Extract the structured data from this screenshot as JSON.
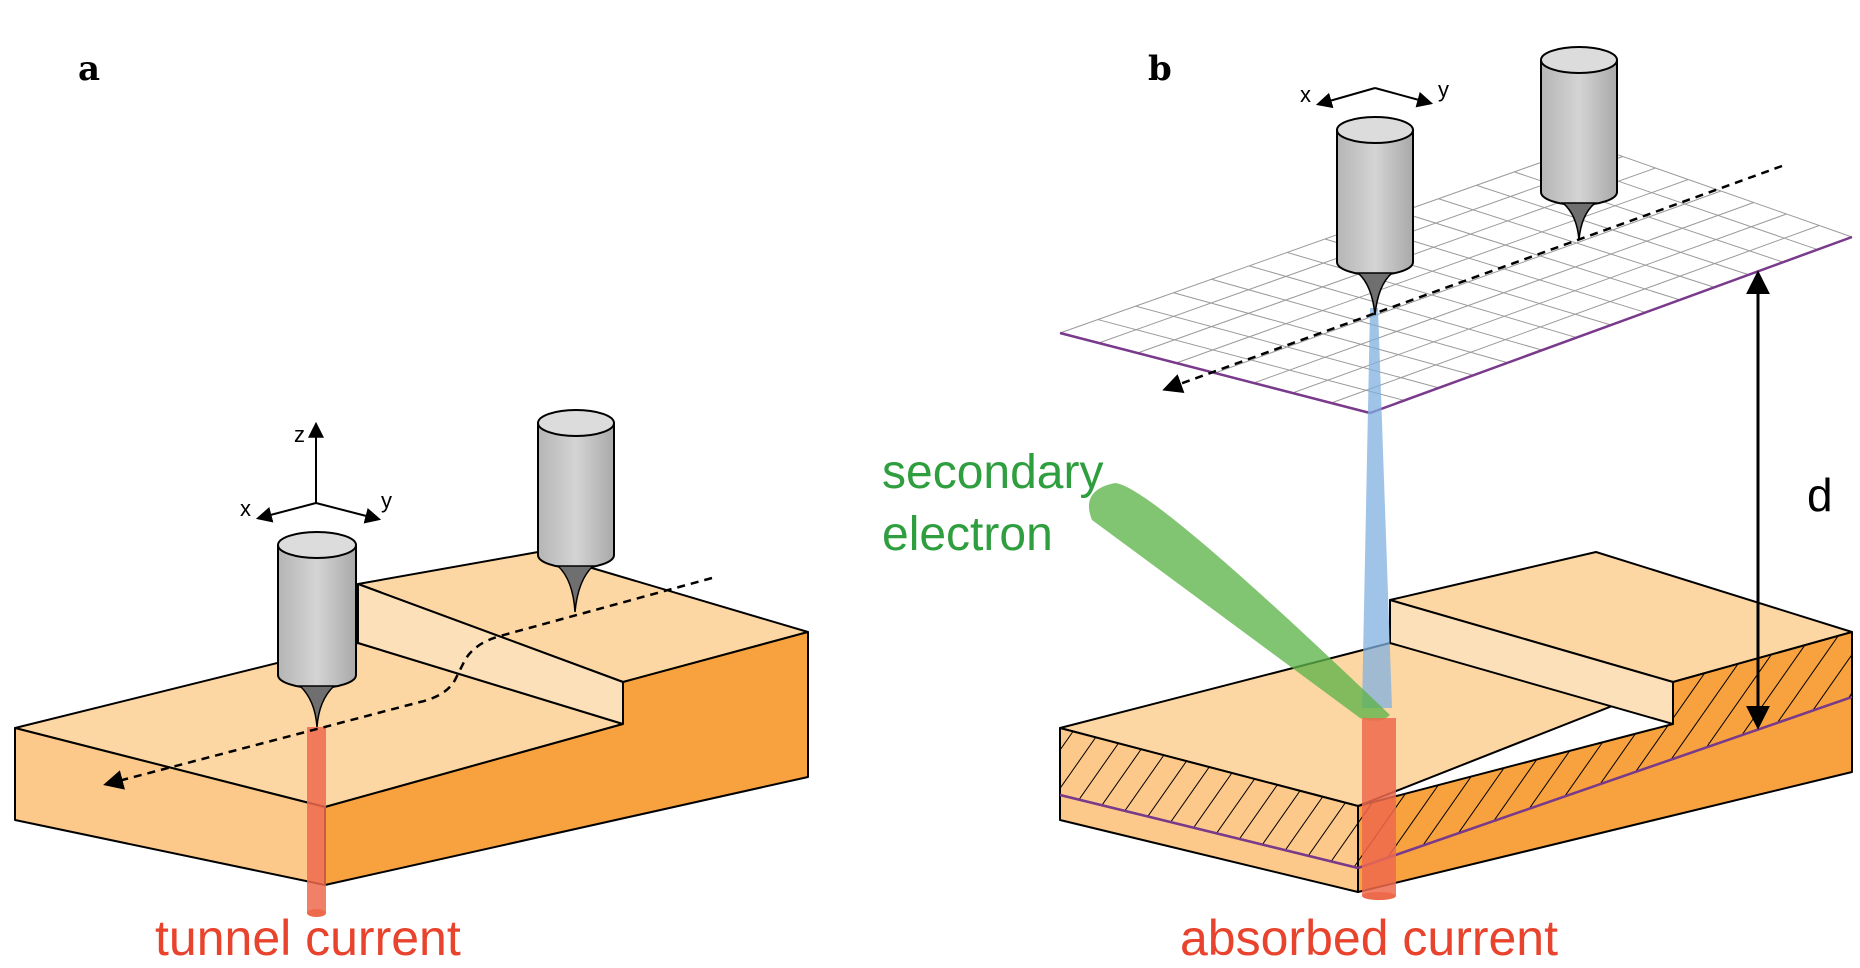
{
  "panel_a": {
    "letter": "a",
    "axes": {
      "z": "z",
      "x": "x",
      "y": "y"
    },
    "caption": "tunnel current"
  },
  "panel_b": {
    "letter": "b",
    "axes": {
      "x": "x",
      "y": "y"
    },
    "secondary_label_line1": "secondary",
    "secondary_label_line2": "electron",
    "distance_label": "d",
    "caption": "absorbed current"
  },
  "colors": {
    "sample_top": "#fdd7a3",
    "sample_front": "#fcc98a",
    "sample_side": "#f7a23f",
    "tip": "#cccccc",
    "current_red": "#ee6a4d",
    "beam_blue": "#7fb0e0",
    "secondary_green": "#5eb34a",
    "grid_edge": "#7a3a8c"
  },
  "icons": [
    "axes-icon",
    "tip-icon",
    "scan-path-arrow-icon",
    "distance-arrow-icon"
  ]
}
